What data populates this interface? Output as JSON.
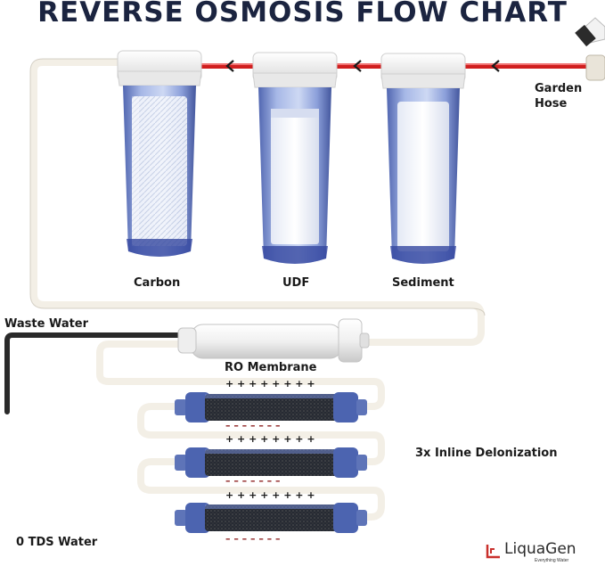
{
  "title": "REVERSE OSMOSIS FLOW CHART",
  "labels": {
    "garden_hose_line1": "Garden",
    "garden_hose_line2": "Hose",
    "carbon": "Carbon",
    "udf": "UDF",
    "sediment": "Sediment",
    "waste_water": "Waste Water",
    "ro_membrane": "RO Membrane",
    "deionization": "3x Inline Delonization",
    "output": "0 TDS Water"
  },
  "charges": {
    "positive": "+ + + + + + + +",
    "negative": "– – – – – – –"
  },
  "logo": {
    "name": "LiquaGen",
    "tagline": "Everything Water"
  },
  "colors": {
    "title": "#1b2440",
    "inlet_line": "#d01f1f",
    "filter_housing": "#4a63b8",
    "tubing": "#f3efe6",
    "waste_line": "#2a2a2a",
    "logo_accent": "#c9302c"
  },
  "icons": {
    "flow_arrow": "chevron-left-icon"
  }
}
